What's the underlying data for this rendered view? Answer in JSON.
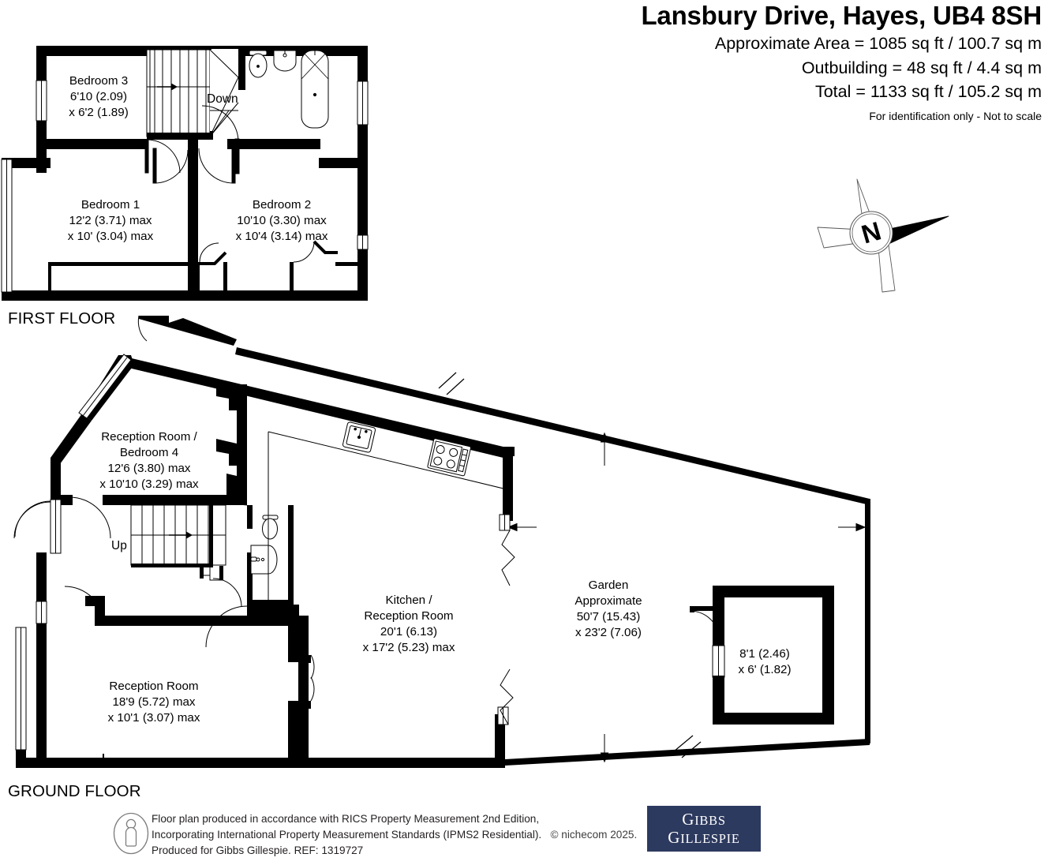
{
  "header": {
    "title": "Lansbury Drive, Hayes, UB4 8SH",
    "line1": "Approximate Area = 1085 sq ft / 100.7 sq m",
    "line2": "Outbuilding = 48 sq ft / 4.4 sq m",
    "line3": "Total = 1133 sq ft / 105.2 sq m",
    "note": "For identification only - Not to scale"
  },
  "compass": {
    "north_letter": "N"
  },
  "floors": [
    {
      "id": "first",
      "caption": "FIRST FLOOR"
    },
    {
      "id": "ground",
      "caption": "GROUND FLOOR"
    }
  ],
  "first_floor": {
    "caption": "FIRST FLOOR",
    "stair_label": "Down",
    "rooms": [
      {
        "name": "Bedroom 3",
        "line1": "6'10 (2.09)",
        "line2": "x 6'2 (1.89)",
        "line3": ""
      },
      {
        "name": "Bedroom 1",
        "line1": "12'2 (3.71) max",
        "line2": "x 10' (3.04) max",
        "line3": ""
      },
      {
        "name": "Bedroom 2",
        "line1": "10'10 (3.30) max",
        "line2": "x 10'4 (3.14) max",
        "line3": ""
      }
    ]
  },
  "ground_floor": {
    "caption": "GROUND FLOOR",
    "stair_label": "Up",
    "rooms": [
      {
        "name": "Reception Room /",
        "name2": "Bedroom 4",
        "line1": "12'6 (3.80) max",
        "line2": "x 10'10 (3.29) max"
      },
      {
        "name": "Kitchen /",
        "name2": "Reception Room",
        "line1": "20'1 (6.13)",
        "line2": "x 17'2 (5.23) max"
      },
      {
        "name": "Reception Room",
        "name2": "",
        "line1": "18'9 (5.72) max",
        "line2": "x 10'1 (3.07) max"
      },
      {
        "name": "Garden",
        "name2": "Approximate",
        "line1": "50'7 (15.43)",
        "line2": "x 23'2 (7.06)"
      },
      {
        "name": "",
        "name2": "",
        "line1": "8'1 (2.46)",
        "line2": "x 6' (1.82)"
      }
    ]
  },
  "footer": {
    "line1": "Floor plan produced in accordance with RICS Property Measurement 2nd Edition,",
    "line2a": "Incorporating International Property Measurement Standards (IPMS2 Residential).",
    "line2b": "© nichecom 2025.",
    "line3": "Produced for Gibbs Gillespie.   REF:  1319727",
    "logo_line1": "GIBBS",
    "logo_line2": "GILLESPIE",
    "logo_color": "#2d3a5f"
  }
}
